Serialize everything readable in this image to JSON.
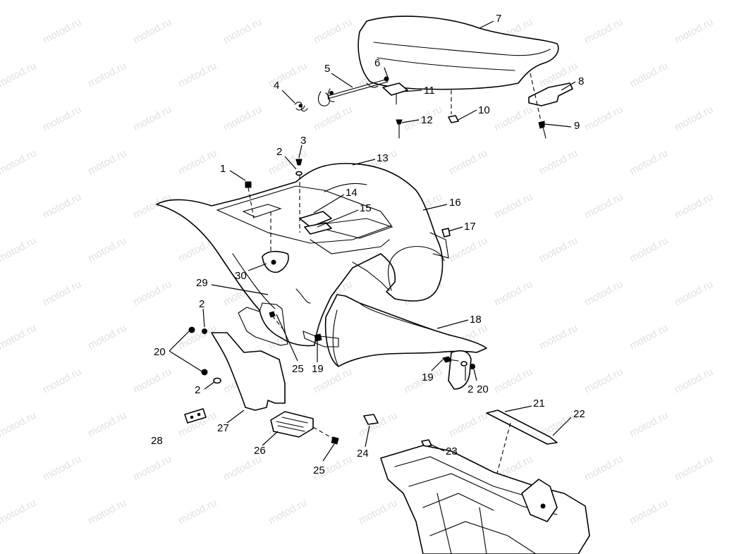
{
  "watermark": "motod.ru",
  "callouts": [
    {
      "id": "c7",
      "text": "7"
    },
    {
      "id": "c6",
      "text": "6"
    },
    {
      "id": "c5",
      "text": "5"
    },
    {
      "id": "c4",
      "text": "4"
    },
    {
      "id": "c11",
      "text": "11"
    },
    {
      "id": "c10",
      "text": "10"
    },
    {
      "id": "c12",
      "text": "12"
    },
    {
      "id": "c8",
      "text": "8"
    },
    {
      "id": "c9",
      "text": "9"
    },
    {
      "id": "c3",
      "text": "3"
    },
    {
      "id": "c2a",
      "text": "2"
    },
    {
      "id": "c13",
      "text": "13"
    },
    {
      "id": "c1",
      "text": "1"
    },
    {
      "id": "c14",
      "text": "14"
    },
    {
      "id": "c15",
      "text": "15"
    },
    {
      "id": "c16",
      "text": "16"
    },
    {
      "id": "c17",
      "text": "17"
    },
    {
      "id": "c30",
      "text": "30"
    },
    {
      "id": "c29",
      "text": "29"
    },
    {
      "id": "c2b",
      "text": "2"
    },
    {
      "id": "c18",
      "text": "18"
    },
    {
      "id": "c20a",
      "text": "20"
    },
    {
      "id": "c2c",
      "text": "2"
    },
    {
      "id": "c25a",
      "text": "25"
    },
    {
      "id": "c19a",
      "text": "19"
    },
    {
      "id": "c19b",
      "text": "19"
    },
    {
      "id": "c2d",
      "text": "2"
    },
    {
      "id": "c20b",
      "text": "20"
    },
    {
      "id": "c21",
      "text": "21"
    },
    {
      "id": "c22",
      "text": "22"
    },
    {
      "id": "c28",
      "text": "28"
    },
    {
      "id": "c27",
      "text": "27"
    },
    {
      "id": "c26",
      "text": "26"
    },
    {
      "id": "c24",
      "text": "24"
    },
    {
      "id": "c23",
      "text": "23"
    },
    {
      "id": "c25b",
      "text": "25"
    }
  ]
}
